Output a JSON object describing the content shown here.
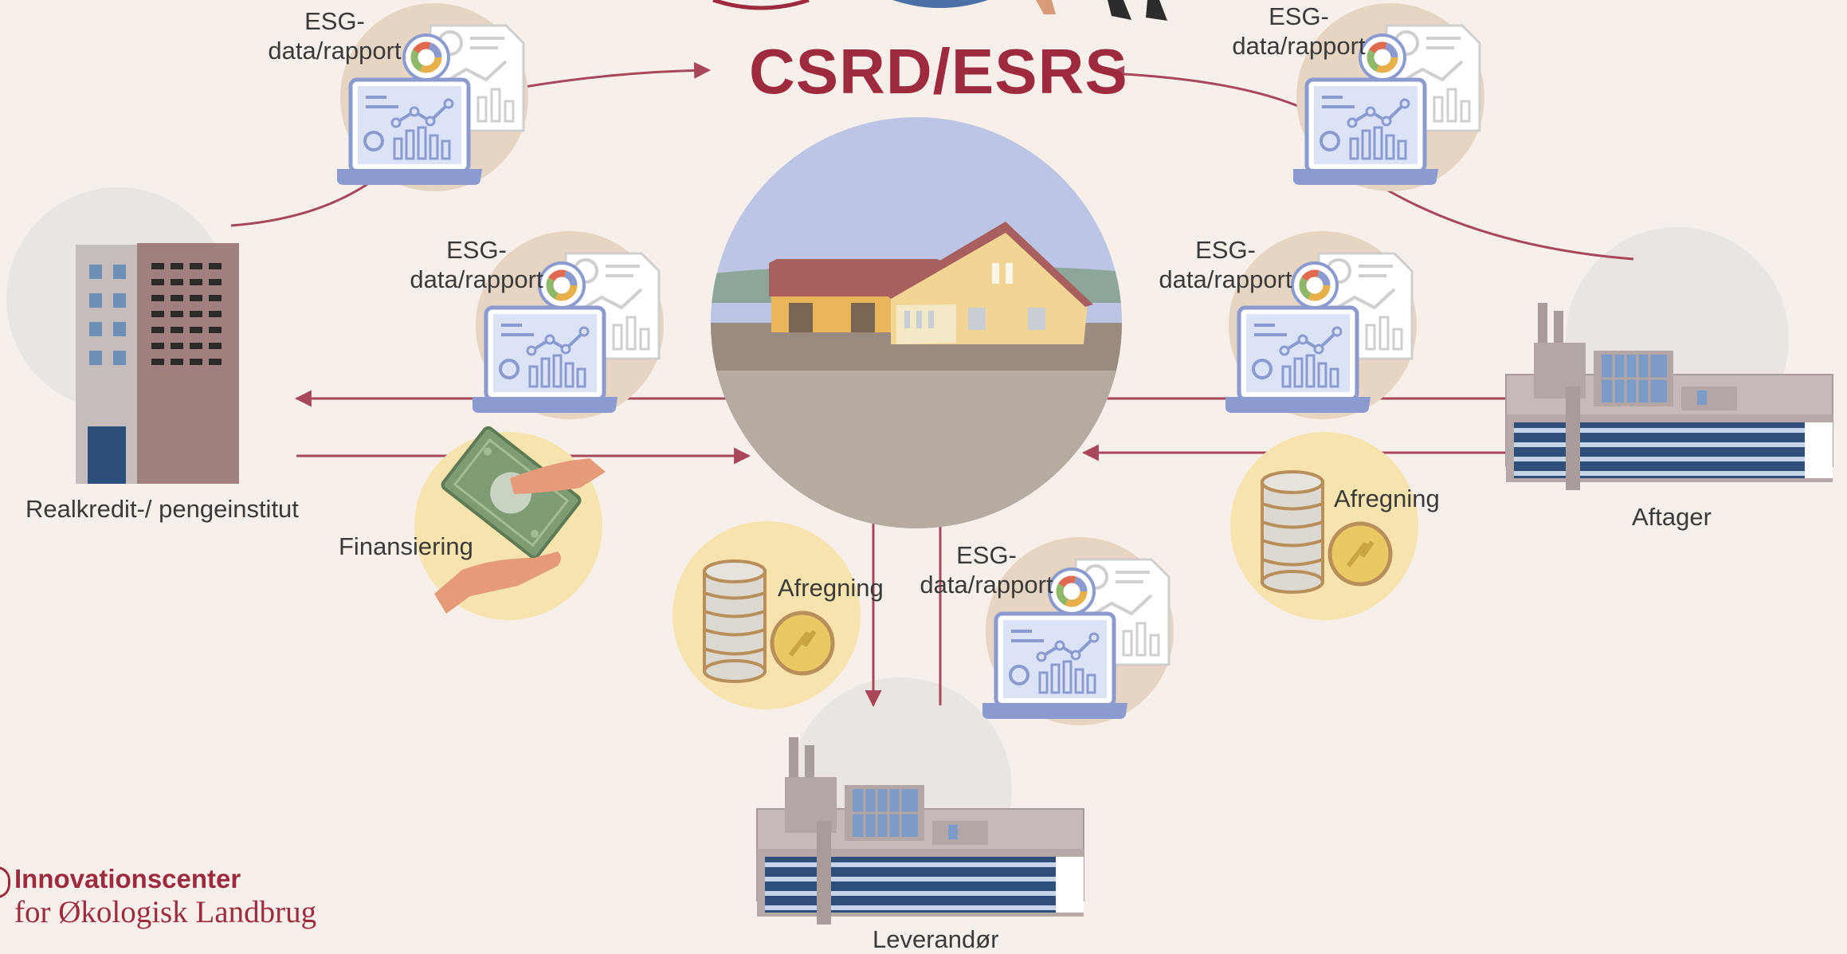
{
  "title": "CSRD/ESRS",
  "esg_label_line1": "ESG-",
  "esg_label_line2": "data/rapport",
  "actors": {
    "bank": "Realkredit-/ pengeinstitut",
    "buyer": "Aftager",
    "supplier": "Leverandør"
  },
  "flows": {
    "financing": "Finansiering",
    "settlement": "Afregning"
  },
  "logo": {
    "line1": "Innovationscenter",
    "line2": "for Økologisk Landbrug"
  },
  "colors": {
    "accent": "#9e2b3d",
    "background": "#f7efe9",
    "arrow": "#a8475a",
    "beige_circle": "#e6d5c3",
    "yellow_circle": "#f6e3ad",
    "grey_circle": "#eae5e1"
  },
  "icons": [
    "report-laptop-icon",
    "office-building-icon",
    "factory-icon",
    "farm-icon",
    "money-hands-icon",
    "coins-icon",
    "people-icon"
  ]
}
